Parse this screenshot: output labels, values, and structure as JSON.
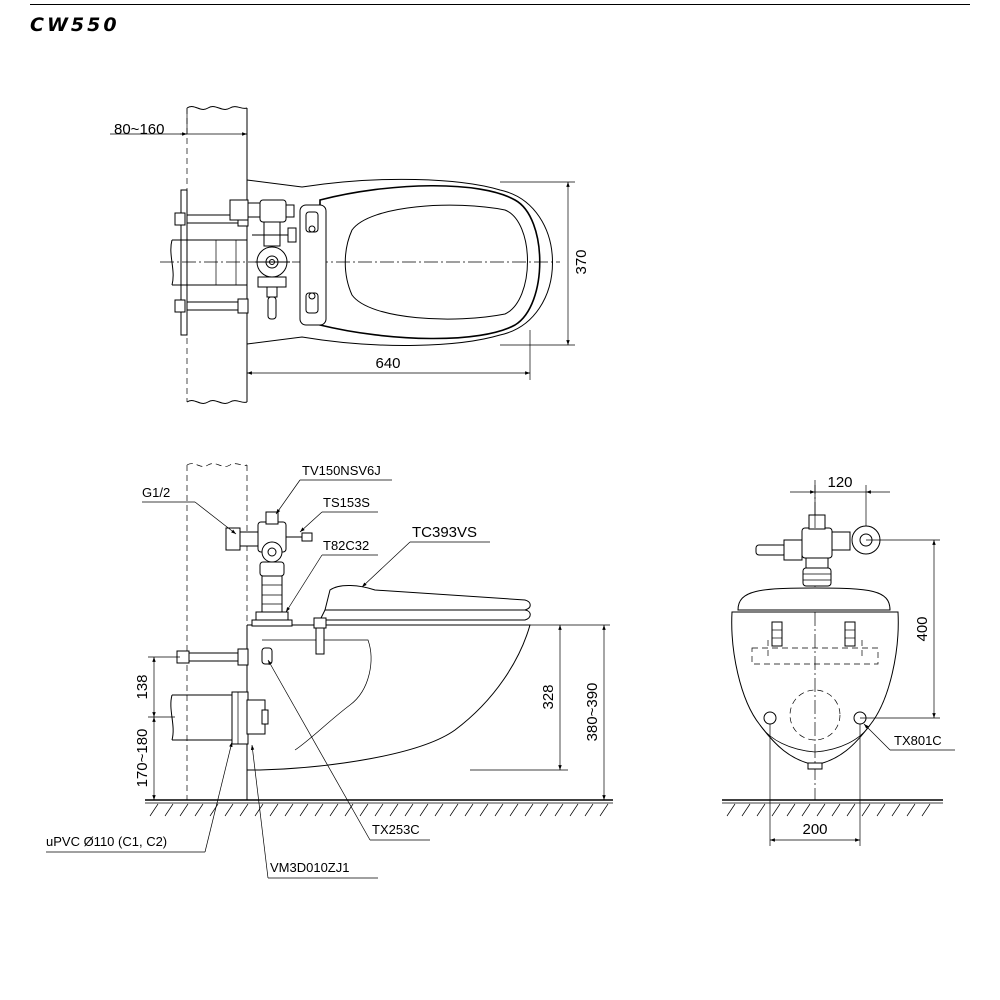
{
  "title": "CW550",
  "plan_view": {
    "dim_wall_thickness": "80~160",
    "dim_width": "370",
    "dim_length": "640"
  },
  "side_view": {
    "callouts": {
      "g12": "G1/2",
      "tv150": "TV150NSV6J",
      "ts153": "TS153S",
      "t82c32": "T82C32",
      "tc393": "TC393VS",
      "tx253": "TX253C",
      "upvc": "uPVC Ø110 (C1, C2)",
      "vm3": "VM3D010ZJ1"
    },
    "dims": {
      "d138": "138",
      "d170": "170~180",
      "d328": "328",
      "d380": "380~390"
    }
  },
  "front_view": {
    "callouts": {
      "tx801": "TX801C"
    },
    "dims": {
      "d120": "120",
      "d400": "400",
      "d200": "200"
    }
  }
}
